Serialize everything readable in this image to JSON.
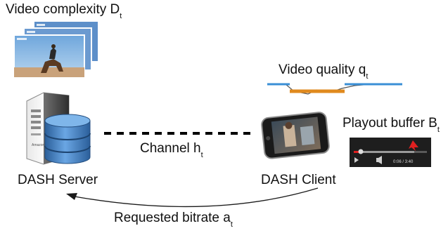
{
  "labels": {
    "video_complexity": "Video complexity D",
    "video_complexity_sub": "t",
    "video_quality": "Video quality q",
    "video_quality_sub": "t",
    "playout_buffer": "Playout buffer B",
    "playout_buffer_sub": "t",
    "channel": "Channel h",
    "channel_sub": "t",
    "dash_server": "DASH Server",
    "dash_client": "DASH Client",
    "requested_bitrate": "Requested bitrate a",
    "requested_bitrate_sub": "t"
  },
  "player": {
    "time": "0:06 / 3:40"
  },
  "server": {
    "rack_text": "Amazon"
  },
  "colors": {
    "quality_high": "#3a8fd6",
    "quality_low": "#e08a1e",
    "storage_blue": "#3f7fc4",
    "buffer_arrow": "#e02020"
  }
}
